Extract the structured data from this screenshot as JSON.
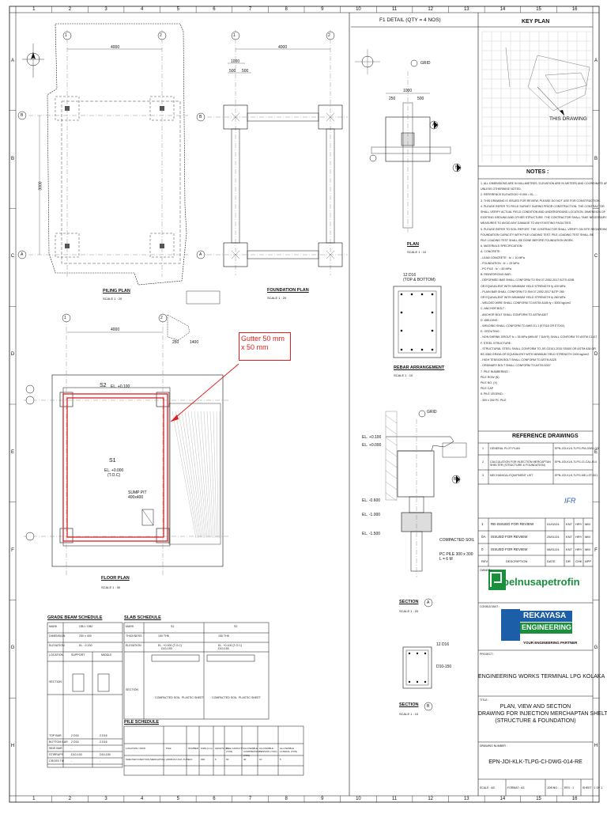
{
  "border": {
    "cols": [
      "1",
      "2",
      "3",
      "4",
      "5",
      "6",
      "7",
      "8",
      "9",
      "10",
      "11",
      "12",
      "13",
      "14",
      "15",
      "16"
    ],
    "rows": [
      "A",
      "B",
      "C",
      "D",
      "E",
      "F",
      "G",
      "H"
    ]
  },
  "drawings": {
    "piling_plan": {
      "title": "PILING PLAN",
      "scale": "SCALE    1 : 20",
      "dim_top": "4000",
      "dim_side": "3000"
    },
    "foundation_plan": {
      "title": "FOUNDATION PLAN",
      "scale": "SCALE    1 : 20",
      "dim_top": "4000",
      "dim_a": "1000",
      "dim_b": "500",
      "dim_c": "500"
    },
    "floor_plan": {
      "title": "FLOOR PLAN",
      "scale": "SCALE    1 : 30",
      "dim_top": "4000",
      "dim_right": "1400",
      "dim_r2": "250",
      "slab1": "S1",
      "slab2": "S2",
      "el_s1": "EL. +0.000",
      "el_s1b": "(T.O.C)",
      "el_s2": "EL. +0.100",
      "sump": "SUMP PIT",
      "sump2": "400x400"
    },
    "f1_detail": {
      "title": "F1 DETAIL (QTY = 4 NOS)",
      "grid": "GRID",
      "plan_title": "PLAN",
      "plan_scale": "SCALE    1 : 10",
      "dim_1000": "1000",
      "dim_250": "250",
      "dim_500": "500",
      "label_a": "A",
      "label_b": "B"
    },
    "rebar": {
      "title": "REBAR ARRANGEMENT",
      "scale": "SCALE    1 : 10",
      "t1": "12 D16",
      "t2": "(TOP & BOTTOM)"
    },
    "section_a": {
      "title": "SECTION",
      "mark": "A",
      "scale": "SCALE    1 : 20",
      "grid": "GRID",
      "el1": "EL. +0.100",
      "el2": "EL. +0.000",
      "el3": "EL. -0.600",
      "el4": "EL. -1.000",
      "el5": "EL. -1.500",
      "c1": "COMPACTED SOIL",
      "c2": "PC PILE 300 x 300",
      "c3": "L = 6 M"
    },
    "section_b": {
      "title": "SECTION",
      "mark": "B",
      "scale": "SCALE    1 : 10",
      "t1": "12 D16",
      "t2": "D10-150"
    }
  },
  "callout": {
    "text": "Gutter 50 mm x 50 mm"
  },
  "grade_beam": {
    "title": "GRADE BEAM SCHEDULE",
    "rows": [
      [
        "MARK",
        "GB1 / GB2"
      ],
      [
        "DIMENSION",
        "250 x 400"
      ],
      [
        "ELEVATION",
        "EL. -0.200"
      ],
      [
        "LOCATION",
        "SUPPORT",
        "MIDDLE"
      ]
    ],
    "section_label": "SECTION",
    "bottom_rows": [
      [
        "TOP BAR",
        "2 D16",
        "2 D16"
      ],
      [
        "BOTTOM BAR",
        "2 D16",
        "2 D16"
      ],
      [
        "SIDE BAR",
        "-",
        "-"
      ],
      [
        "STIRRUPS",
        "D10-100",
        "D10-150"
      ],
      [
        "CROSS TIE",
        "-",
        "-"
      ]
    ]
  },
  "slab": {
    "title": "SLAB SCHEDULE",
    "header": [
      "MARK",
      "S1",
      "S2"
    ],
    "rows": [
      [
        "THICKNESS",
        "150 THK",
        "150 THK"
      ],
      [
        "ELEVATION",
        "EL. +0.000 (T.O.C)",
        "EL. +0.100 (T.O.C)"
      ]
    ],
    "section_label": "SECTION",
    "d1": "D10-150",
    "d2": "D10-150",
    "soil": "COMPACTED SOIL",
    "lean": "PLASTIC SHEET"
  },
  "pile": {
    "title": "PILE SCHEDULE",
    "header": [
      "LOCATION / ROW",
      "PILE",
      "NUMBER",
      "SIZE (mm)",
      "LENGTH (M)",
      "PILE CAPACITY (TON)",
      "ALLOWABLE COMPRESSION (TON)",
      "ALLOWABLE TENSION (TON)",
      "ALLOWABLE LATERAL (TON)"
    ],
    "rows": [
      [
        "SHELTER INJECTION MERCAPTAN",
        "ADDB-INJ-KLK-TLPG-CI",
        "4",
        "300",
        "6",
        "60",
        "40",
        "10",
        "5"
      ]
    ]
  },
  "key_plan": {
    "title": "KEY PLAN",
    "this": "THIS DRAWING"
  },
  "notes": {
    "title": "NOTES :",
    "lines": [
      "1. ALL DIMENSIONS ARE IN MILLIMETRES, ELEVATION ARE IN METERS AND COORDINATE ARE IN METERS",
      "    UNLESS OTHERWISE NOTED.",
      "2. REFERENCE ELEVATION +0.000 = EL. ...",
      "3. THIS DRAWING IS ISSUED FOR REVIEW, PLEASE DO NOT USE FOR CONSTRUCTION.",
      "4. PLEASE REFER TO FIELD SURVEY DURING PRIOR CONSTRUCTION. THE CONTRACTOR",
      "    SHALL VERIFY ACTUAL FIELD CONDITION AND UNDERGROUND LOCATION, DIMENSION OF",
      "    EXISTING GROUND AND OTHER STRUCTURE. THE CONTRACTOR SHALL TAKE NECESSARY",
      "    MEASURES TO AVOID ANY DAMAGE TO ANY EXISTING FACILITIES.",
      "5. PLEASE REFER TO SOIL REPORT. THE CONTRACTOR SHALL VERIFY ON SITE REGARDING THE ACTUAL",
      "    FOUNDATION CAPACITY WITH PILE LOADING TEST. PILE LOADING TEST SHALL BE",
      "    PILE LOADING TEST SHALL BE DONE BEFORE FOUNDATION WORK.",
      "6. MATERIALS SPECIFICATION:",
      "    A. CONCRETE :",
      "        - LEAN CONCRETE : fc' = 10 MPa",
      "        - FOUNDATION : fc' = 25 MPa",
      "        - PC PILE : fc' = 50 MPa",
      "    B. REINFORCING BAR :",
      "        - DEFORMED BAR SHALL CONFORM TO SNI 07-2052-2017 BJTS 420B",
      "           OR EQUIVALENT WITH MINIMUM YIELD STRENGTH fy 420 MPa",
      "        - PLAIN BAR SHALL CONFORM TO SNI 07-2052-2017 BJTP 280",
      "           OR EQUIVALENT WITH MINIMUM YIELD STRENGTH fy 280 MPa",
      "        - WELDED WIRE SHALL CONFORM TO ASTM A185 fy = 5000 kg/cm2",
      "    C. ANCHOR BOLT :",
      "        - ANCHOR BOLT SHALL CONFORM TO ASTM A307",
      "    D. WELDING :",
      "        - WELDING SHALL CONFORM TO AWS D1.1 (E7018 OR E70XX)",
      "    E. GROUTING :",
      "        - NON SHRINK GROUT fc = 35 MPa (MIN AT 7 DAYS) SHALL CONFORM TO ASTM C1107",
      "    F. STEEL STRUCTURE :",
      "        - STRUCTURAL STEEL SHALL CONFORM TO JIS G3101-2015 SS400 OR ASTM A36 OR",
      "           BS 4360 GR43A OR EQUIVALENT WITH MINIMUM YIELD STRENGTH 2400 kg/cm2",
      "        - HIGH TENSION BOLT SHALL CONFORM TO ASTM A325",
      "        - ORDINARY BOLT SHALL CONFORM TO ASTM A307",
      "7. PILE NUMBERING :",
      "              PILE ROW (N)",
      "              PILE NO.  (X)",
      "              PILE CAP",
      "8. PILE LEGEND :",
      "        : 300 x 300 PC PILE"
    ]
  },
  "reference": {
    "title": "REFERENCE DRAWINGS",
    "rows": [
      [
        "1",
        "GENERAL PLOT PLAN",
        "EPN-JOI-KLK-TLPG-PM-DWG-005"
      ],
      [
        "2",
        "CALCULATION FOR INJECTION MERCAPTAN SHELTER (STRUCTURE & FOUNDATION)",
        "EPN-JOI-KLK-TLPG-CI-CAL-014"
      ],
      [
        "3",
        "MECHANICAL EQUIPMENT LIST",
        "EPN-JOI-KLK-TLPG-ME-LST-001"
      ]
    ]
  },
  "revisions": {
    "stamp": "IFR",
    "rows": [
      [
        "1",
        "RE-ISSUED FOR REVIEW",
        "01/02/24",
        "KNT",
        "HRY",
        "MM"
      ],
      [
        "0A",
        "ISSUED FOR REVIEW",
        "25/01/24",
        "KNT",
        "HRY",
        "MM"
      ],
      [
        "0",
        "ISSUED FOR REVIEW",
        "08/01/24",
        "KNT",
        "HRY",
        "MM"
      ]
    ],
    "header": [
      "REV",
      "DESCRIPTION",
      "DATE",
      "DR",
      "CHK",
      "APP"
    ]
  },
  "titleblock": {
    "owner_label": "OWNER :",
    "owner": "pelnusapetrofin",
    "consultant_label": "CONSULTANT :",
    "consultant1": "REKAYASA",
    "consultant2": "ENGINEERING",
    "consultant3": "YOUR ENGINEERING PARTNER",
    "project_label": "PROJECT :",
    "project": "ENGINEERING WORKS TERMINAL LPG KOLAKA",
    "title_label": "TITLE :",
    "title1": "PLAN, VIEW AND SECTION",
    "title2": "DRAWING FOR INJECTION MERCHAPTAN SHELTER",
    "title3": "(STRUCTURE & FOUNDATION)",
    "drawing_no_label": "DRAWING NUMBER :",
    "drawing_no": "EPN-JOI-KLK-TLPG-CI-DWG-014-RE",
    "bottom": [
      "SCALE : AS",
      "FORMAT : A3",
      "JOB NO : ...",
      "REV : 1",
      "SHEET : 1 OF 1"
    ]
  },
  "colors": {
    "line": "#111111",
    "accent": "#e02020",
    "hatch": "#888888",
    "grid": "#bbbbbb",
    "logo_green": "#1a8f3c",
    "logo_blue": "#1c5fa8"
  }
}
